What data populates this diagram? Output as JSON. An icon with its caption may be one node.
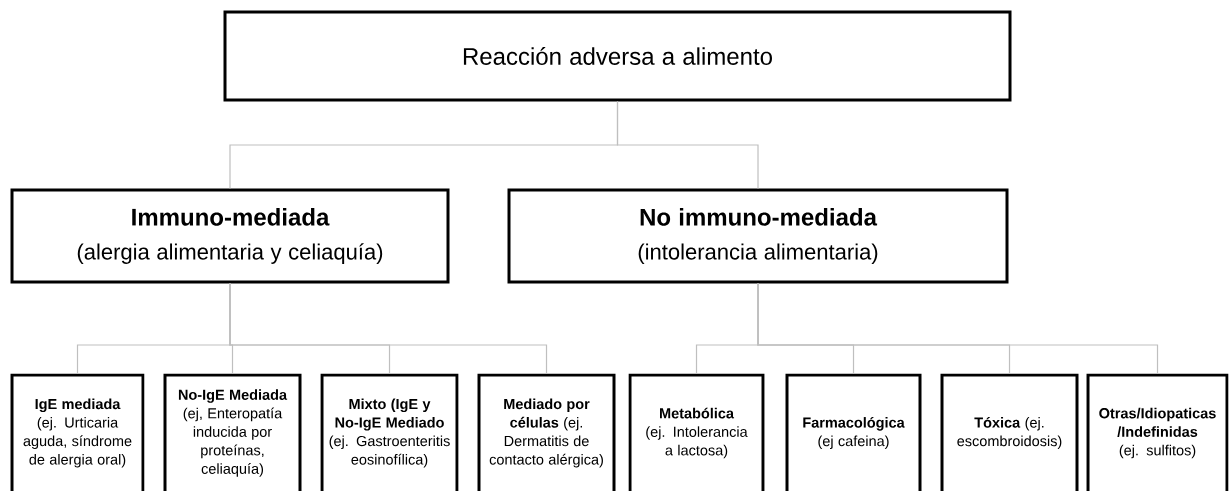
{
  "diagram": {
    "nodes": [
      {
        "text": [
          "Reacción adversa a alimento"
        ]
      },
      {
        "text": [
          "Immuno-mediada",
          "(alergia alimentaria y celiaquía)"
        ]
      },
      {
        "text": [
          "No immuno-mediada",
          "(intolerancia alimentaria)"
        ]
      },
      {
        "text": [
          "**IgE mediada** (ej. Urticaria aguda, síndrome de alergia oral)"
        ]
      },
      {
        "text": [
          "**No-IgE Mediada** (ej, Enteropatía inducida por proteínas, celiaquía)"
        ]
      },
      {
        "text": [
          "**Mixto (IgE y No-IgE Mediado** (ej. Gastroenteritis eosinofílica)"
        ]
      },
      {
        "text": [
          "**Mediado por células** (ej. Dermatitis de contacto alérgica)"
        ]
      },
      {
        "text": [
          "**Metabólica** (ej. Intolerancia a lactosa)"
        ]
      },
      {
        "text": [
          "**Farmacológica** (ej cafeina)"
        ]
      },
      {
        "text": [
          "**Tóxica** (ej. escombroidosis)"
        ]
      },
      {
        "text": [
          "**Otras/Idiopaticas /Indefinidas** (ej. sulfitos)"
        ]
      }
    ],
    "edges": [
      {
        "from": 0,
        "to": 1,
        "arrow": "none"
      },
      {
        "from": 0,
        "to": 2,
        "arrow": "none"
      },
      {
        "from": 1,
        "to": 3,
        "arrow": "none"
      },
      {
        "from": 1,
        "to": 4,
        "arrow": "none"
      },
      {
        "from": 1,
        "to": 5,
        "arrow": "none"
      },
      {
        "from": 1,
        "to": 6,
        "arrow": "none"
      },
      {
        "from": 2,
        "to": 7,
        "arrow": "none"
      },
      {
        "from": 2,
        "to": 8,
        "arrow": "none"
      },
      {
        "from": 2,
        "to": 9,
        "arrow": "none"
      },
      {
        "from": 2,
        "to": 10,
        "arrow": "none"
      }
    ]
  }
}
